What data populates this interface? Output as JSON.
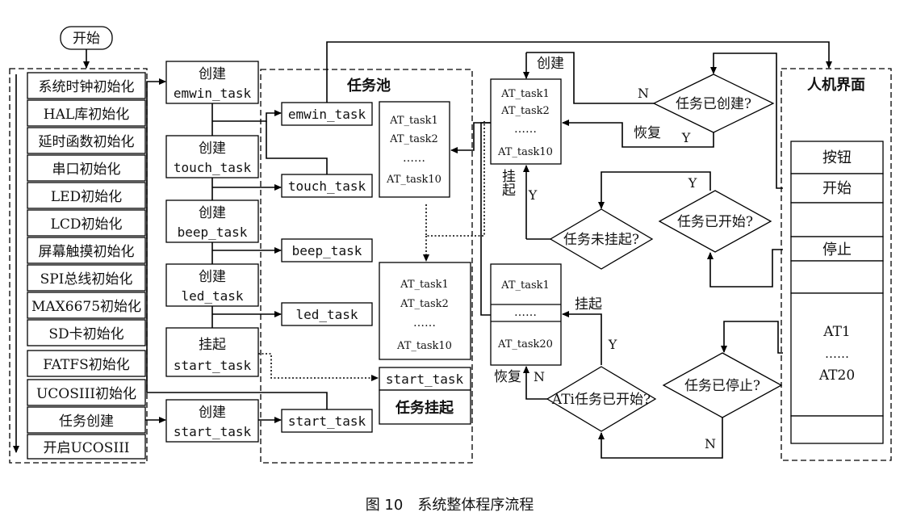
{
  "start": "开始",
  "init_steps": [
    "系统时钟初始化",
    "HAL库初始化",
    "延时函数初始化",
    "串口初始化",
    "LED初始化",
    "LCD初始化",
    "屏幕触摸初始化",
    "SPI总线初始化",
    "MAX6675初始化",
    "SD卡初始化",
    "FATFS初始化",
    "UCOSIII初始化",
    "任务创建",
    "开启UCOSIII"
  ],
  "create_blocks": [
    {
      "line1": "创建",
      "line2": "emwin_task"
    },
    {
      "line1": "创建",
      "line2": "touch_task"
    },
    {
      "line1": "创建",
      "line2": "beep_task"
    },
    {
      "line1": "创建",
      "line2": "led_task"
    },
    {
      "line1": "挂起",
      "line2": "start_task"
    },
    {
      "line1": "创建",
      "line2": "start_task"
    }
  ],
  "task_pool": {
    "title": "任务池",
    "tasks": [
      "emwin_task",
      "touch_task",
      "beep_task",
      "led_task",
      "start_task"
    ],
    "box1": [
      "AT_task1",
      "AT_task2",
      "……",
      "AT_task10"
    ],
    "box2": [
      "AT_task1",
      "AT_task2",
      "……",
      "AT_task10"
    ],
    "suspended_task": "start_task",
    "suspended_label": "任务挂起"
  },
  "flow": {
    "create_label": "创建",
    "resume_label": "恢复",
    "suspend_label": "挂起",
    "yes": "Y",
    "no": "N",
    "top_box": [
      "AT_task1",
      "AT_task2",
      "……",
      "AT_task10"
    ],
    "mid_box": [
      "AT_task1",
      "……",
      "AT_task20"
    ],
    "diamond_created": "任务已创建?",
    "diamond_not_suspended": "任务未挂起?",
    "diamond_started": "任务已开始?",
    "diamond_ati_started": "ATi任务已开始?",
    "diamond_stopped": "任务已停止?"
  },
  "hmi": {
    "title": "人机界面",
    "rows": [
      "按钮",
      "开始",
      "停止",
      "AT1",
      "……",
      "AT20"
    ]
  },
  "caption": "图 10　系统整体程序流程"
}
